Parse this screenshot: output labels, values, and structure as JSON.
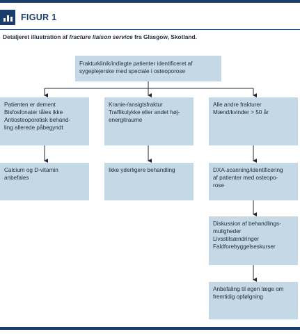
{
  "figure": {
    "label": "FIGUR 1",
    "caption_prefix": "Detaljeret illustration af ",
    "caption_italic": "fracture liaison service",
    "caption_suffix": " fra Glasgow, Skotland."
  },
  "colors": {
    "accent": "#1c3d6b",
    "box_fill": "#c5d8e6",
    "connector": "#1f2a3a"
  },
  "nodes": {
    "root": "Frakturklinik/indlagte patienter identificeret af\nsygeplejerske med speciale i osteoporose",
    "left_1": "Patienten er dement\nBisfosfonater tåles ikke\nAntiosteoporotisk behand-\nling allerede påbegyndt",
    "mid_1": "Kranie-/ansigtsfraktur\nTraffikulykke eller andet høj-\nenergitraume",
    "right_1": "Alle andre frakturer\nMænd/kvinder > 50 år",
    "left_2": "Calcium og D-vitamin\nanbefales",
    "mid_2": "Ikke yderligere behandling",
    "right_2": "DXA-scanning/identificering\naf patienter med osteopo-\nrose",
    "right_3": "Diskussion af behandlings-\nmuligheder\nLivsstilsændringer\nFaldforebyggelseskurser",
    "right_4": "Anbefaling til egen læge om\nfremtidig opfølgning"
  }
}
